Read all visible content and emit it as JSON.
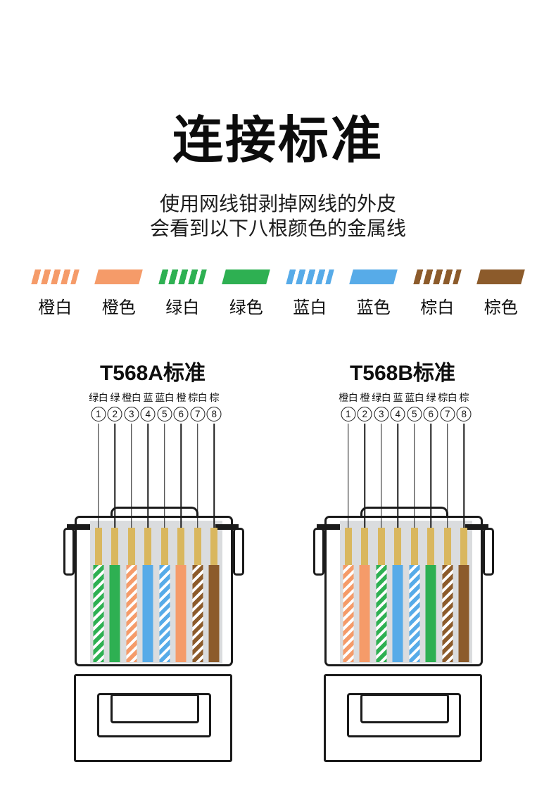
{
  "page": {
    "title": "连接标准",
    "subtitle_line1": "使用网线钳剥掉网线的外皮",
    "subtitle_line2": "会看到以下八根颜色的金属线"
  },
  "colors": {
    "ink": "#1b1b1b",
    "gold_contact": "#d9b75e",
    "wire_area_gray": "#dadcde",
    "orange": "#f59b69",
    "green": "#2eb052",
    "blue": "#57abe8",
    "brown": "#8c5b2b"
  },
  "legend": {
    "items": [
      {
        "label": "橙白",
        "color": "#f59b69",
        "striped": true
      },
      {
        "label": "橙色",
        "color": "#f59b69",
        "striped": false
      },
      {
        "label": "绿白",
        "color": "#2eb052",
        "striped": true
      },
      {
        "label": "绿色",
        "color": "#2eb052",
        "striped": false
      },
      {
        "label": "蓝白",
        "color": "#57abe8",
        "striped": true
      },
      {
        "label": "蓝色",
        "color": "#57abe8",
        "striped": false
      },
      {
        "label": "棕白",
        "color": "#8c5b2b",
        "striped": true
      },
      {
        "label": "棕色",
        "color": "#8c5b2b",
        "striped": false
      }
    ]
  },
  "standards": [
    {
      "name": "T568A标准",
      "pins": [
        {
          "num": "1",
          "label": "绿白",
          "color": "#2eb052",
          "striped": true
        },
        {
          "num": "2",
          "label": "绿",
          "color": "#2eb052",
          "striped": false
        },
        {
          "num": "3",
          "label": "橙白",
          "color": "#f59b69",
          "striped": true
        },
        {
          "num": "4",
          "label": "蓝",
          "color": "#57abe8",
          "striped": false
        },
        {
          "num": "5",
          "label": "蓝白",
          "color": "#57abe8",
          "striped": true
        },
        {
          "num": "6",
          "label": "橙",
          "color": "#f59b69",
          "striped": false
        },
        {
          "num": "7",
          "label": "棕白",
          "color": "#8c5b2b",
          "striped": true
        },
        {
          "num": "8",
          "label": "棕",
          "color": "#8c5b2b",
          "striped": false
        }
      ]
    },
    {
      "name": "T568B标准",
      "pins": [
        {
          "num": "1",
          "label": "橙白",
          "color": "#f59b69",
          "striped": true
        },
        {
          "num": "2",
          "label": "橙",
          "color": "#f59b69",
          "striped": false
        },
        {
          "num": "3",
          "label": "绿白",
          "color": "#2eb052",
          "striped": true
        },
        {
          "num": "4",
          "label": "蓝",
          "color": "#57abe8",
          "striped": false
        },
        {
          "num": "5",
          "label": "蓝白",
          "color": "#57abe8",
          "striped": true
        },
        {
          "num": "6",
          "label": "绿",
          "color": "#2eb052",
          "striped": false
        },
        {
          "num": "7",
          "label": "棕白",
          "color": "#8c5b2b",
          "striped": true
        },
        {
          "num": "8",
          "label": "棕",
          "color": "#8c5b2b",
          "striped": false
        }
      ]
    }
  ]
}
